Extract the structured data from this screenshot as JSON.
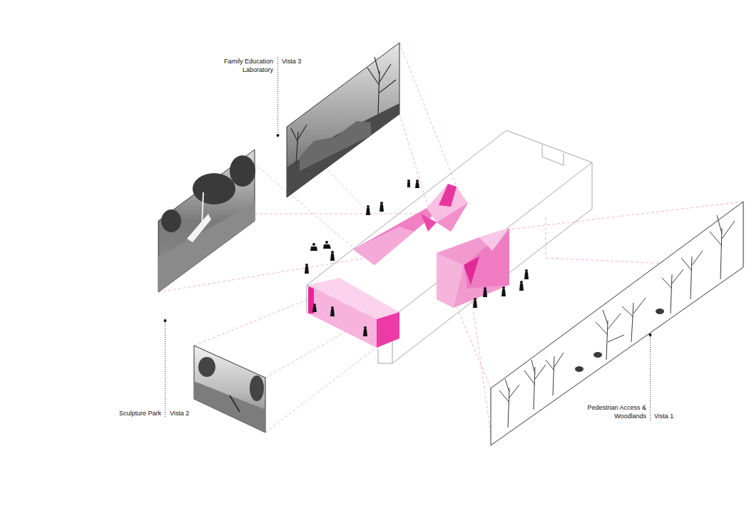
{
  "diagram": {
    "labels": [
      "Family Education Laboratory",
      "Vista 3",
      "Sculpture Park",
      "Vista 2",
      "Pedestrian Access & Woodlands",
      "Vista 1"
    ]
  }
}
